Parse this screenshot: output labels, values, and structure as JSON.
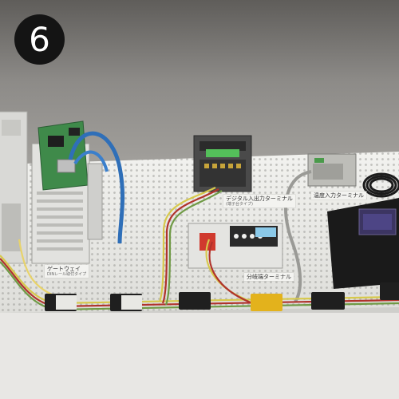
{
  "badge": {
    "number": "6"
  },
  "labels": {
    "gateway": {
      "main": "ゲートウェイ",
      "sub": "DINレール取付タイプ"
    },
    "digital_io": {
      "main": "デジタル入出力ターミナル",
      "sub": "(端子台タイプ)"
    },
    "branch": {
      "main": "分岐端ターミナル"
    },
    "temp_input": {
      "main": "温度入力ターミナル"
    }
  },
  "colors": {
    "wall": "#8d8b88",
    "panel": "#e9e9e6",
    "cable_yellow": "#d7c94b",
    "cable_red": "#b0332c",
    "cable_green": "#6f9a45",
    "network_blue": "#2f6fb8",
    "connector_black": "#1f1f1f",
    "connector_yellow": "#e3b21c",
    "hmi_screen": "#3c3562"
  }
}
